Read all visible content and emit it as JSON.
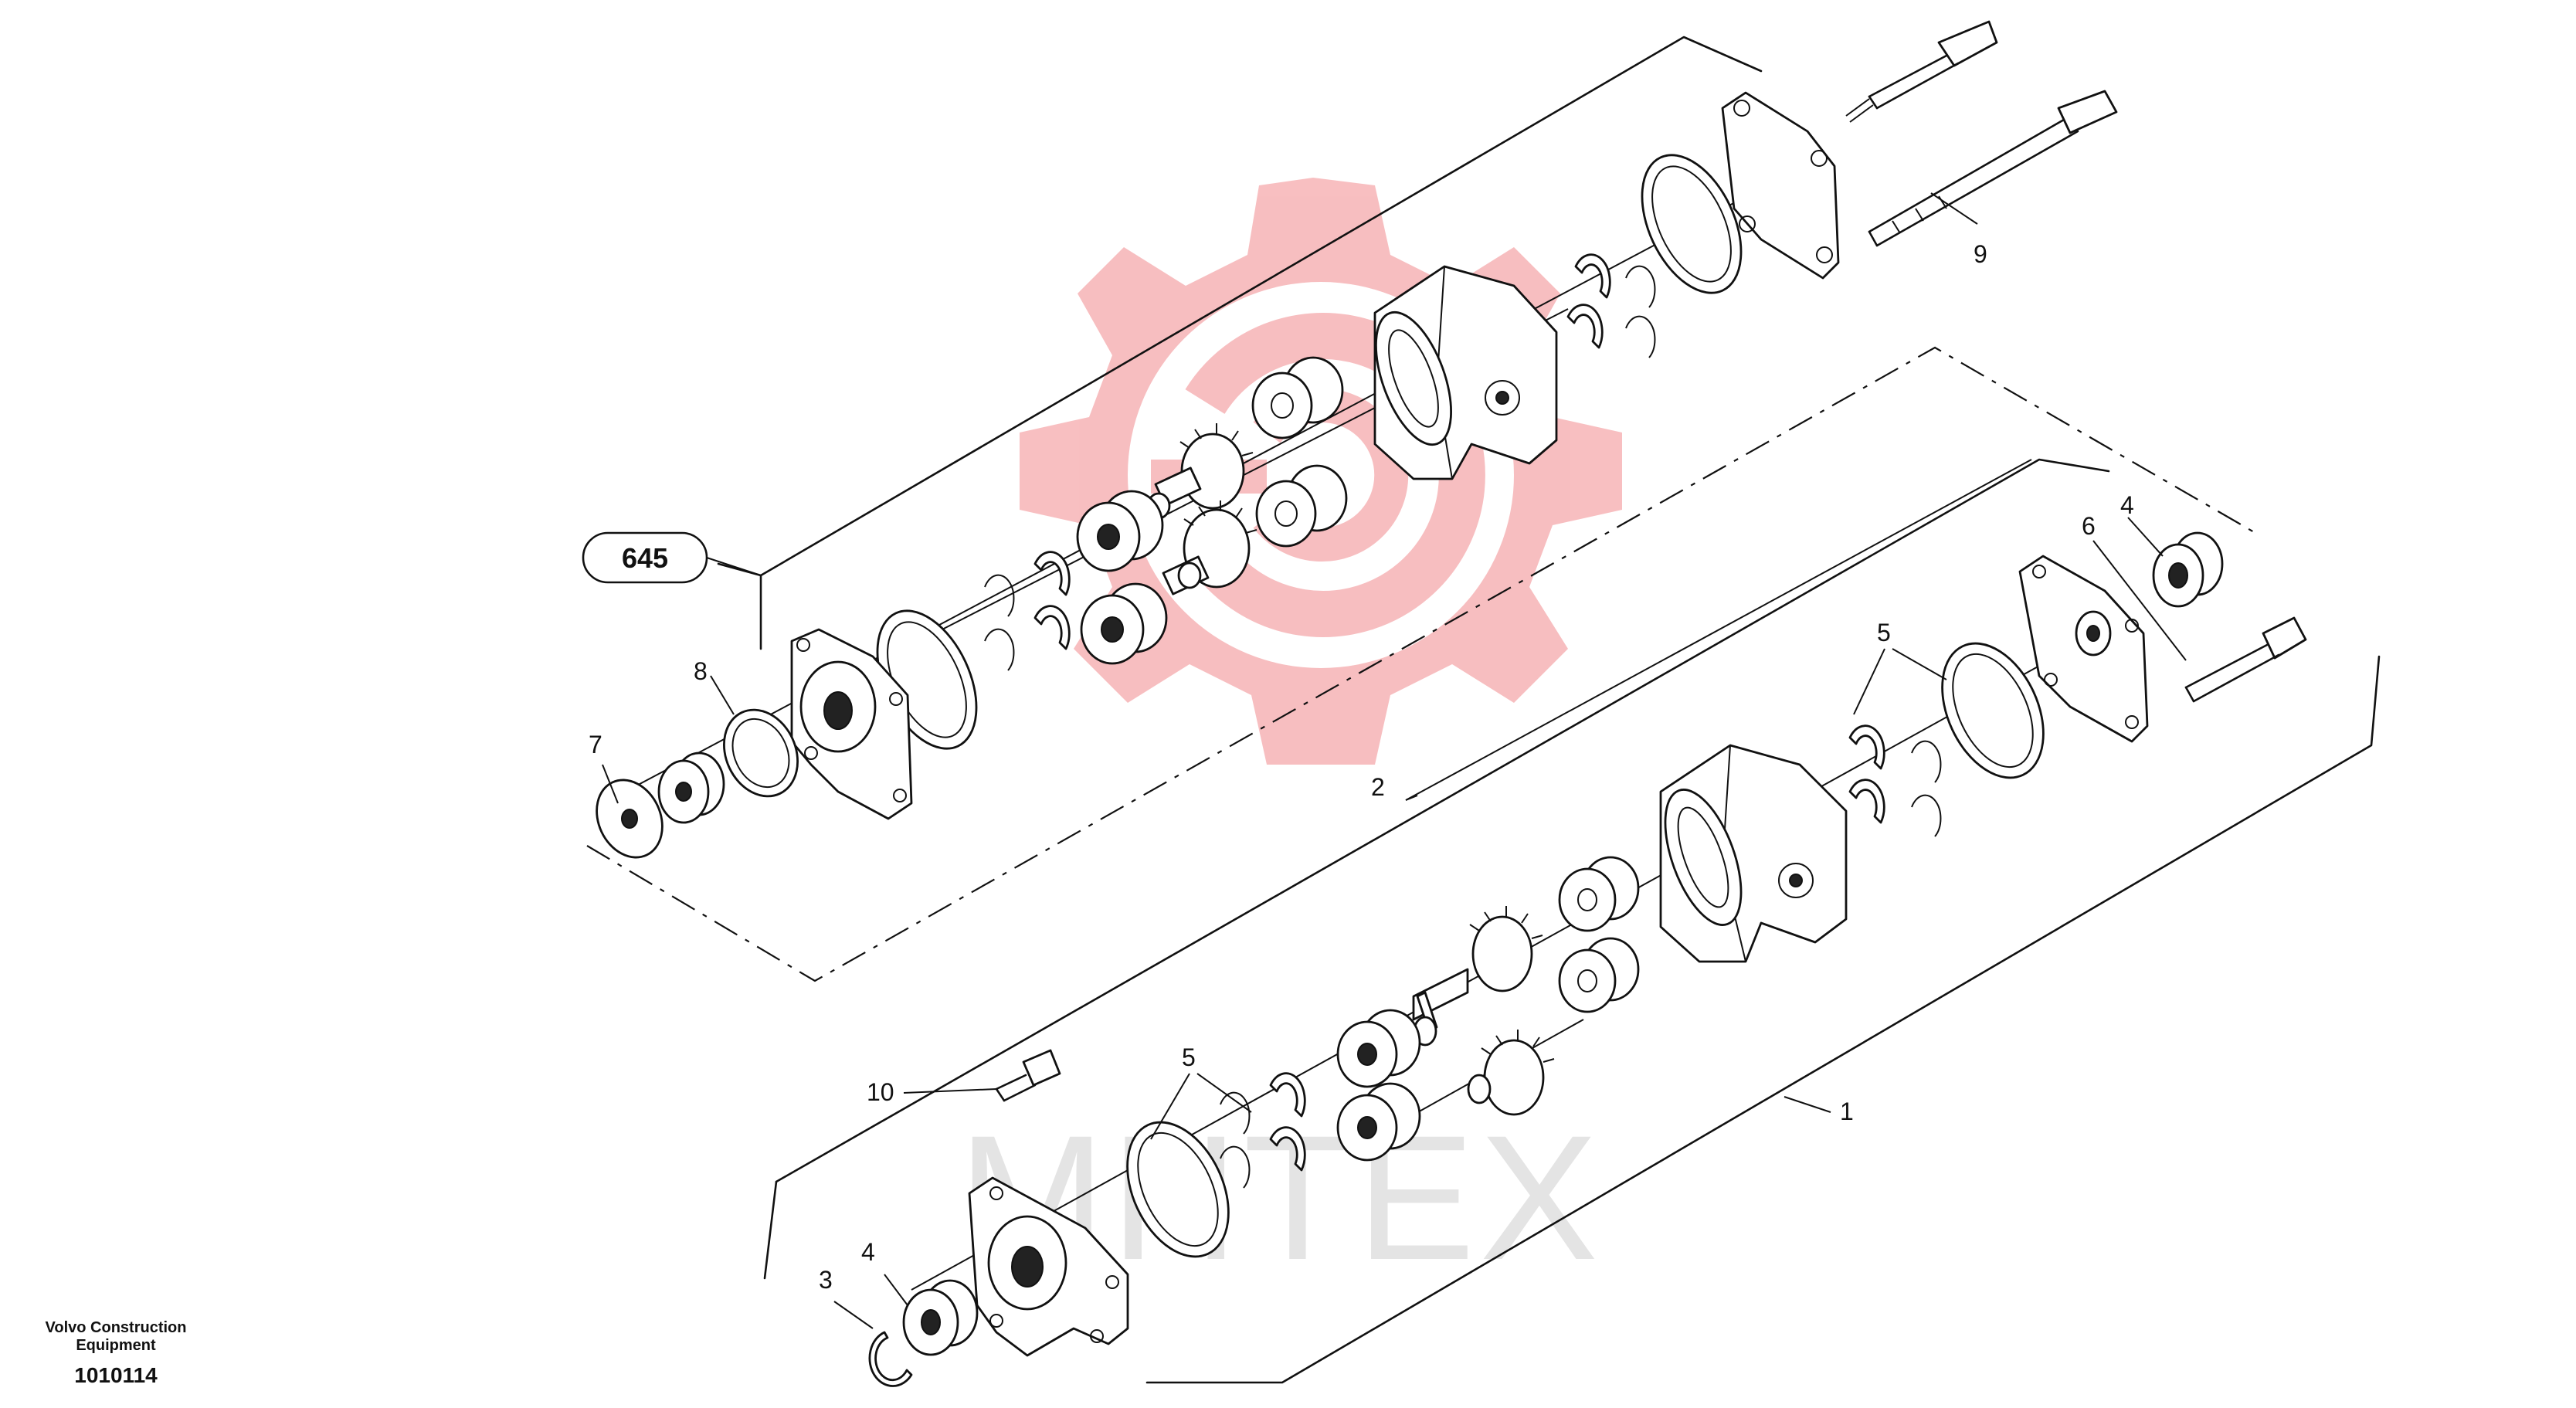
{
  "badge": {
    "label": "645"
  },
  "callouts": {
    "c1": "1",
    "c2": "2",
    "c3": "3",
    "c4a": "4",
    "c4b": "4",
    "c5a": "5",
    "c5b": "5",
    "c6": "6",
    "c7": "7",
    "c8": "8",
    "c9": "9",
    "c10": "10"
  },
  "footer": {
    "publisher_line1": "Volvo Construction",
    "publisher_line2": "Equipment",
    "drawing_number": "1010114"
  },
  "watermark": {
    "text": "MHTEX",
    "color": "#e8383d"
  },
  "colors": {
    "linework": "#111111",
    "watermark_gear": "#f6c9cb",
    "background": "#ffffff"
  }
}
